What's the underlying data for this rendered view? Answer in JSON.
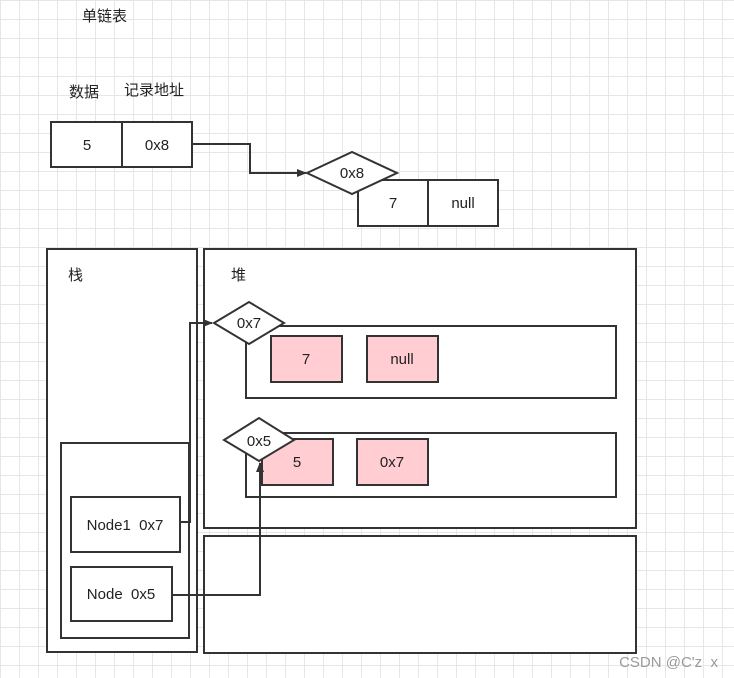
{
  "title": "单链表",
  "legend": {
    "data_label": "数据",
    "address_label": "记录地址"
  },
  "top_chain": {
    "node1": {
      "value": "5",
      "next": "0x8"
    },
    "node2": {
      "address": "0x8",
      "value": "7",
      "next": "null"
    }
  },
  "stack": {
    "label": "栈",
    "node1": "Node1  0x7",
    "node0": "Node  0x5"
  },
  "heap": {
    "label": "堆",
    "objA": {
      "address": "0x7",
      "value": "7",
      "next": "null"
    },
    "objB": {
      "address": "0x5",
      "value": "5",
      "next": "0x7"
    }
  },
  "colors": {
    "stroke": "#333333",
    "field_fill": "#ffcdd2",
    "grid": "#e6e6e6"
  },
  "watermark": "CSDN @C'z  x"
}
